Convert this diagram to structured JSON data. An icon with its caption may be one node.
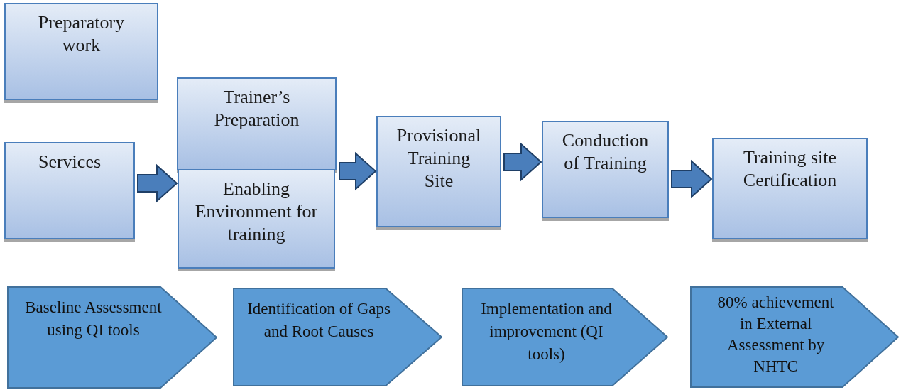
{
  "diagram": {
    "nodes": [
      {
        "text": [
          "Preparatory work"
        ]
      },
      {
        "text": [
          "Services"
        ]
      },
      {
        "text": [
          "Trainer’s Preparation"
        ]
      },
      {
        "text": [
          "Enabling Environment for training"
        ]
      },
      {
        "text": [
          "Provisional Training Site"
        ]
      },
      {
        "text": [
          "Conduction of Training"
        ]
      },
      {
        "text": [
          "Training site Certification"
        ]
      },
      {
        "text": [
          "Baseline Assessment using QI tools"
        ]
      },
      {
        "text": [
          "Identification of Gaps and Root Causes"
        ]
      },
      {
        "text": [
          "Implementation and improvement (QI tools)"
        ]
      },
      {
        "text": [
          "80% achievement in External Assessment by NHTC"
        ]
      }
    ],
    "edges": [
      {
        "from": 1,
        "to": 3,
        "arrow": "to"
      },
      {
        "from": 2,
        "to": 4,
        "arrow": "to"
      },
      {
        "from": 3,
        "to": 4,
        "arrow": "to"
      },
      {
        "from": 4,
        "to": 5,
        "arrow": "to"
      },
      {
        "from": 5,
        "to": 6,
        "arrow": "to"
      }
    ]
  }
}
